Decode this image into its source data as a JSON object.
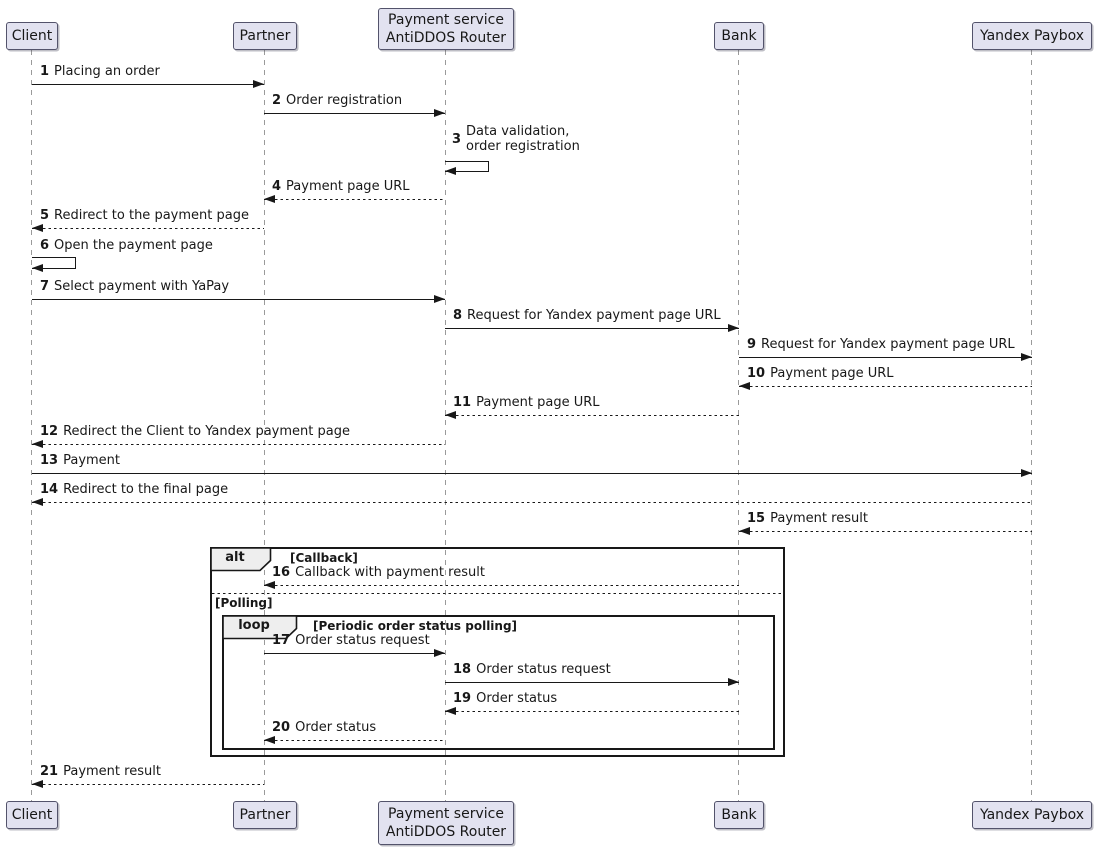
{
  "participants": {
    "client": "Client",
    "partner": "Partner",
    "payment_service": "Payment service\nAntiDDOS Router",
    "bank": "Bank",
    "yandex_paybox": "Yandex Paybox"
  },
  "messages": [
    {
      "num": "1",
      "text": "Placing an order",
      "from": "Client",
      "to": "Partner",
      "style": "solid"
    },
    {
      "num": "2",
      "text": "Order registration",
      "from": "Partner",
      "to": "Payment service AntiDDOS Router",
      "style": "solid"
    },
    {
      "num": "3",
      "text": "Data validation,\norder registration",
      "from": "Payment service AntiDDOS Router",
      "to": "Payment service AntiDDOS Router",
      "style": "self"
    },
    {
      "num": "4",
      "text": "Payment page URL",
      "from": "Payment service AntiDDOS Router",
      "to": "Partner",
      "style": "dashed"
    },
    {
      "num": "5",
      "text": "Redirect to the payment page",
      "from": "Partner",
      "to": "Client",
      "style": "dashed"
    },
    {
      "num": "6",
      "text": "Open the payment page",
      "from": "Client",
      "to": "Client",
      "style": "self"
    },
    {
      "num": "7",
      "text": "Select payment with YaPay",
      "from": "Client",
      "to": "Payment service AntiDDOS Router",
      "style": "solid"
    },
    {
      "num": "8",
      "text": "Request for Yandex payment page URL",
      "from": "Payment service AntiDDOS Router",
      "to": "Bank",
      "style": "solid"
    },
    {
      "num": "9",
      "text": "Request for Yandex payment page URL",
      "from": "Bank",
      "to": "Yandex Paybox",
      "style": "solid"
    },
    {
      "num": "10",
      "text": "Payment page URL",
      "from": "Yandex Paybox",
      "to": "Bank",
      "style": "dashed"
    },
    {
      "num": "11",
      "text": "Payment page URL",
      "from": "Bank",
      "to": "Payment service AntiDDOS Router",
      "style": "dashed"
    },
    {
      "num": "12",
      "text": "Redirect the Client to Yandex payment page",
      "from": "Payment service AntiDDOS Router",
      "to": "Client",
      "style": "dashed"
    },
    {
      "num": "13",
      "text": "Payment",
      "from": "Client",
      "to": "Yandex Paybox",
      "style": "solid"
    },
    {
      "num": "14",
      "text": "Redirect to the final page",
      "from": "Yandex Paybox",
      "to": "Client",
      "style": "dashed"
    },
    {
      "num": "15",
      "text": "Payment result",
      "from": "Yandex Paybox",
      "to": "Bank",
      "style": "dashed"
    },
    {
      "num": "16",
      "text": "Callback with payment result",
      "from": "Bank",
      "to": "Partner",
      "style": "dashed"
    },
    {
      "num": "17",
      "text": "Order status request",
      "from": "Partner",
      "to": "Payment service AntiDDOS Router",
      "style": "solid"
    },
    {
      "num": "18",
      "text": "Order status request",
      "from": "Payment service AntiDDOS Router",
      "to": "Bank",
      "style": "solid"
    },
    {
      "num": "19",
      "text": "Order status",
      "from": "Bank",
      "to": "Payment service AntiDDOS Router",
      "style": "dashed"
    },
    {
      "num": "20",
      "text": "Order status",
      "from": "Payment service AntiDDOS Router",
      "to": "Partner",
      "style": "dashed"
    },
    {
      "num": "21",
      "text": "Payment result",
      "from": "Partner",
      "to": "Client",
      "style": "dashed"
    }
  ],
  "frames": {
    "alt": {
      "keyword": "alt",
      "condition": "[Callback]"
    },
    "divider": {
      "label": "[Polling]"
    },
    "loop": {
      "keyword": "loop",
      "condition": "[Periodic order status polling]"
    }
  },
  "colors": {
    "participant_fill": "#E2E2F0",
    "frame_label_fill": "#EEEEEE",
    "line": "#181818",
    "lifeline": "#9A9A9A"
  }
}
